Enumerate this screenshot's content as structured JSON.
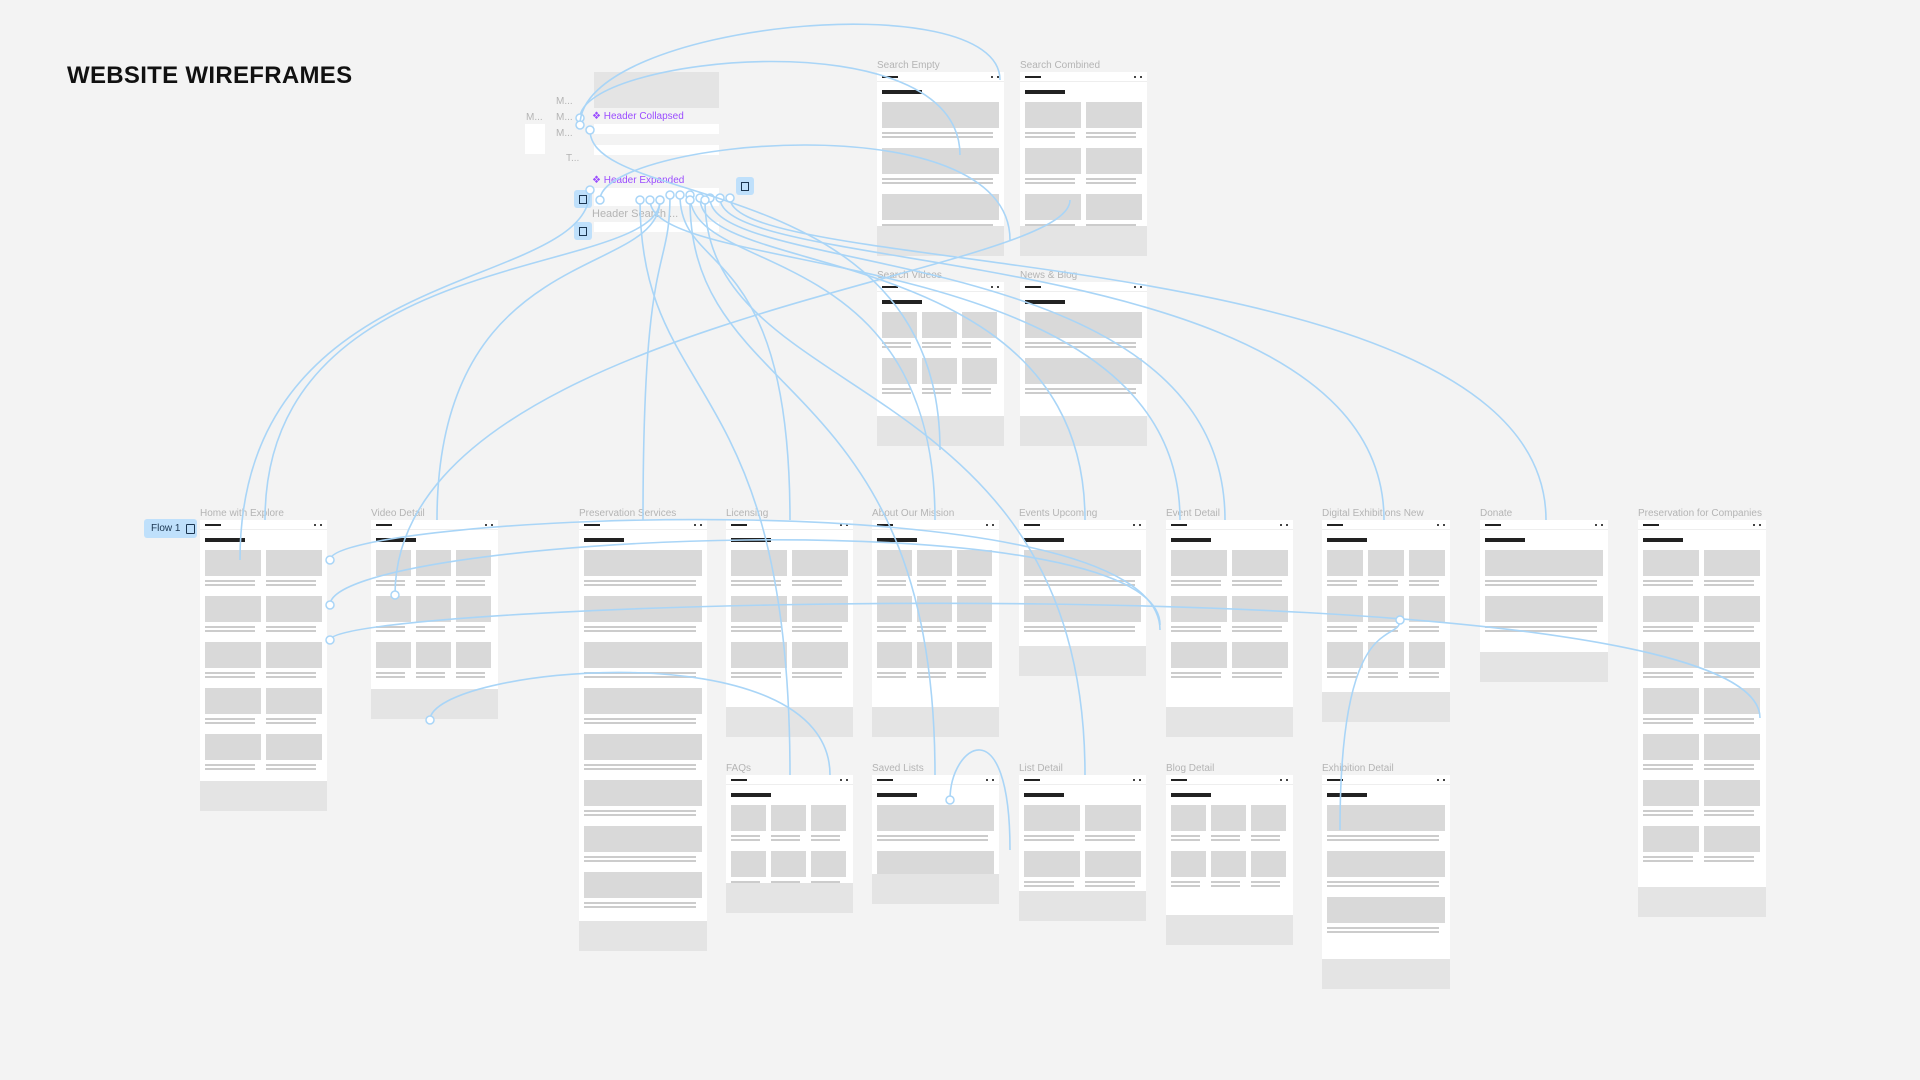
{
  "title": "WEBSITE WIREFRAMES",
  "flow_label": "Flow 1",
  "components": {
    "header_collapsed": "❖ Header Collapsed",
    "header_expanded": "❖ Header Expanded",
    "header_search": "Header Search ...",
    "menu_labels": [
      "M...",
      "M...",
      "M...",
      "M...",
      "T..."
    ]
  },
  "frames": [
    {
      "name": "Search Empty"
    },
    {
      "name": "Search Combined"
    },
    {
      "name": "Search Videos"
    },
    {
      "name": "News & Blog"
    },
    {
      "name": "Home with Explore"
    },
    {
      "name": "Video Detail"
    },
    {
      "name": "Preservation Services"
    },
    {
      "name": "Licensing"
    },
    {
      "name": "About Our Mission"
    },
    {
      "name": "Events Upcoming"
    },
    {
      "name": "Event Detail"
    },
    {
      "name": "Digital Exhibitions New"
    },
    {
      "name": "Donate"
    },
    {
      "name": "Preservation for Companies"
    },
    {
      "name": "FAQs"
    },
    {
      "name": "Saved Lists"
    },
    {
      "name": "List Detail"
    },
    {
      "name": "Blog Detail"
    },
    {
      "name": "Exhibition Detail"
    }
  ],
  "colors": {
    "connector": "#a9d5f7",
    "accent": "#9b4dff"
  }
}
